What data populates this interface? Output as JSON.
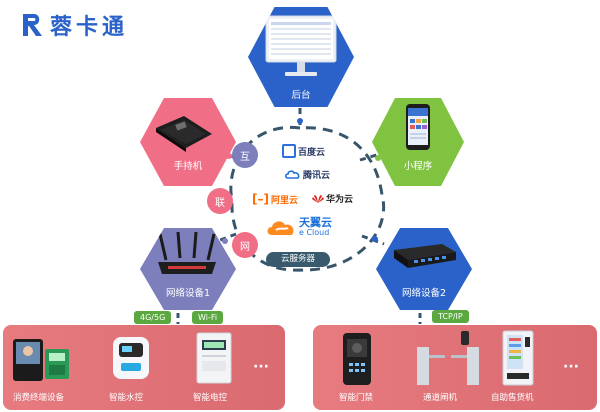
{
  "brand": {
    "name": "蓉卡通"
  },
  "center": {
    "cloud_server_label": "云服务器",
    "providers": [
      {
        "name": "百度云",
        "color": "#2b3a67"
      },
      {
        "name": "腾讯云",
        "color": "#2b3a67"
      },
      {
        "name": "阿里云",
        "color": "#ff6a00"
      },
      {
        "name": "华为云",
        "color": "#222222"
      },
      {
        "name": "天翼云",
        "color": "#1e73d8"
      }
    ],
    "ecloud_text": "e Cloud",
    "interconnect": [
      "互",
      "联",
      "网"
    ]
  },
  "nodes": {
    "backend": "后台",
    "handheld": "手持机",
    "miniprogram": "小程序",
    "network1": "网络设备1",
    "network2": "网络设备2"
  },
  "tags": {
    "t1": "4G/5G",
    "t2": "Wi-Fi",
    "t3": "TCP/IP"
  },
  "left_panel": {
    "items": [
      "消费终端设备",
      "智能水控",
      "智能电控"
    ],
    "more": "···"
  },
  "right_panel": {
    "items": [
      "智能门禁",
      "通道闸机",
      "自助售货机"
    ],
    "more": "···"
  },
  "colors": {
    "blue": "#2b62c9",
    "pink": "#f16f86",
    "green": "#7fc341",
    "purple": "#7d7fbd",
    "panel": "#e2747a"
  }
}
